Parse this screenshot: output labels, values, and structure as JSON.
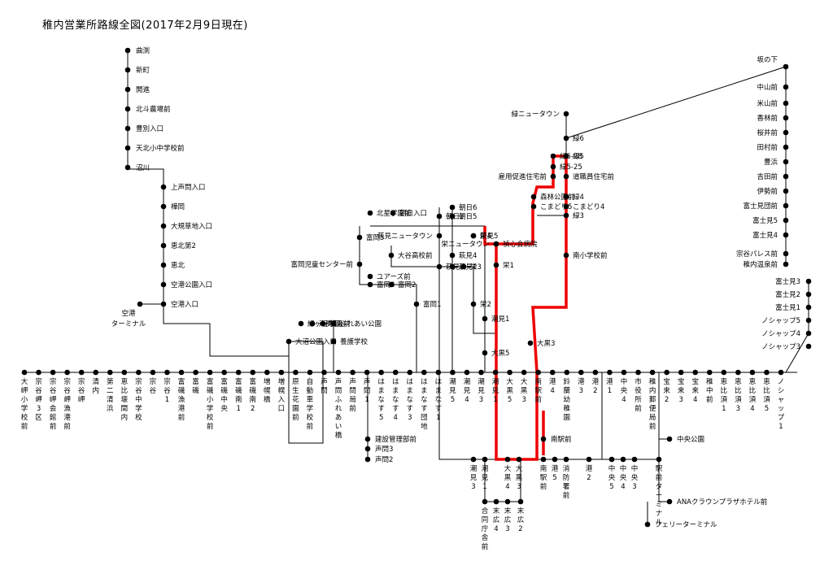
{
  "title": "稚内営業所路線全図(2017年2月9日現在)",
  "colors": {
    "route": "#000000",
    "highlight": "#e00000"
  },
  "stop_groups": {
    "left_column": [
      "曲渕",
      "新町",
      "開進",
      "北斗農場前",
      "豊別入口",
      "天北小中学校前",
      "沼川"
    ],
    "second_column": [
      "上声問入口",
      "樺岡",
      "大規草地入口",
      "恵北第2",
      "恵北",
      "空港公園入口",
      "空港入口"
    ],
    "airport": [
      "空港ターミナル"
    ],
    "right_column": [
      "坂の下",
      "中山前",
      "米山前",
      "香林前",
      "桜井前",
      "田村前",
      "豊浜",
      "吉田前",
      "伊勢前",
      "富士見団前",
      "富士見5",
      "富士見4",
      "宗谷パレス前",
      "稚内温泉前",
      "富士見3",
      "富士見2",
      "富士見1",
      "ノシャップ5",
      "ノシャップ4",
      "ノシャップ3"
    ],
    "bottom_labels": [
      "大岬小学校前",
      "宗谷岬3区",
      "宗谷岬会館前",
      "宗谷岬漁港前",
      "宗谷岬",
      "清内",
      "第二清浜",
      "恵比壊間内",
      "宗谷中学校",
      "宗谷",
      "宗谷1",
      "富磯漁港前",
      "富磯",
      "富磯小学校前",
      "富磯中央",
      "富磯南1",
      "富磯南2",
      "増幌橋",
      "増幌入口",
      "原生花園前",
      "自動車学校前",
      "声問",
      "声問ふれあい橋",
      "声問局前",
      "声問1",
      "はまなす5",
      "はまなす4",
      "はまなす3",
      "はまなす団地",
      "はまなす1",
      "潮見5",
      "潮見4",
      "潮見3",
      "潮見1",
      "大黒5",
      "大黒3",
      "南駅前",
      "港4",
      "鈴蘭幼稚園",
      "港3",
      "港2",
      "港1",
      "中央4",
      "市役所前",
      "稚内郵便局前",
      "宝来2",
      "宝来3",
      "宝来4",
      "稚中前",
      "恵比須1",
      "恵比須3",
      "恵比須4",
      "恵比須5",
      "ノシャップ1"
    ],
    "lower_stops": [
      "建設管理部前",
      "声問3",
      "声問2",
      "南駅前",
      "中央公園",
      "ANAクラウンプラザホテル前",
      "フェリーターミナル",
      "潮見3",
      "潮見1",
      "大黒4",
      "大黒3",
      "南駅前",
      "港5",
      "消防署前",
      "港2",
      "中央5",
      "中央4",
      "中央3",
      "駅前ターミナル",
      "合同庁舎前",
      "末広4",
      "末広3",
      "末広2"
    ],
    "center_stops": [
      "緑ニュータウン",
      "緑6",
      "緑5",
      "緑5-28",
      "緑5-25",
      "雇用促進住宅前",
      "道職員住宅前",
      "緑4",
      "森林公園前",
      "こまどり5",
      "こまどり4",
      "緑3",
      "南小学校前",
      "朝日6",
      "朝日5",
      "朝日2",
      "萩見5",
      "萩見4",
      "萩見3",
      "萩見1",
      "栄4",
      "栄3",
      "栄2",
      "栄1",
      "栄ニュータウン",
      "禎心会病院",
      "潮見1",
      "大黒5",
      "大黒3",
      "萩見ニュータウン",
      "朝日入口",
      "北星学園前",
      "富岡5",
      "富岡児童センター前",
      "大谷高校前",
      "ユアーズ前",
      "富岡3",
      "富岡2",
      "富岡1",
      "緑ヶ丘学園",
      "声問5",
      "明治前",
      "ふれあい公園",
      "養護学校",
      "大沼公園入口"
    ]
  }
}
